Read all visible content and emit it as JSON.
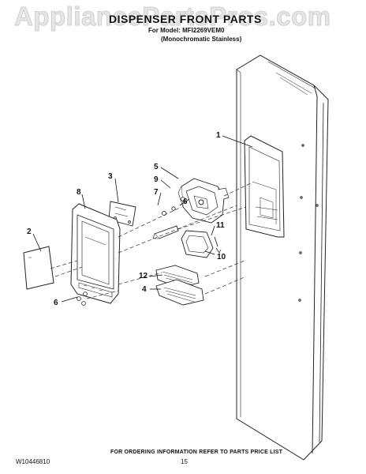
{
  "watermark": "AppliancePartsPros.com",
  "header": {
    "title": "DISPENSER FRONT PARTS",
    "model_line": "For Model: MFI2269VEM0",
    "variant_line": "(Monochromatic Stainless)"
  },
  "callouts": {
    "c1": "1",
    "c2": "2",
    "c3": "3",
    "c4": "4",
    "c5": "5",
    "c6a": "6",
    "c6b": "6",
    "c7": "7",
    "c8": "8",
    "c9": "9",
    "c10": "10",
    "c11": "11",
    "c12": "12"
  },
  "footer": {
    "doc_number": "W10446810",
    "ordering_note": "FOR ORDERING INFORMATION REFER TO PARTS PRICE LIST",
    "page_number": "15"
  }
}
